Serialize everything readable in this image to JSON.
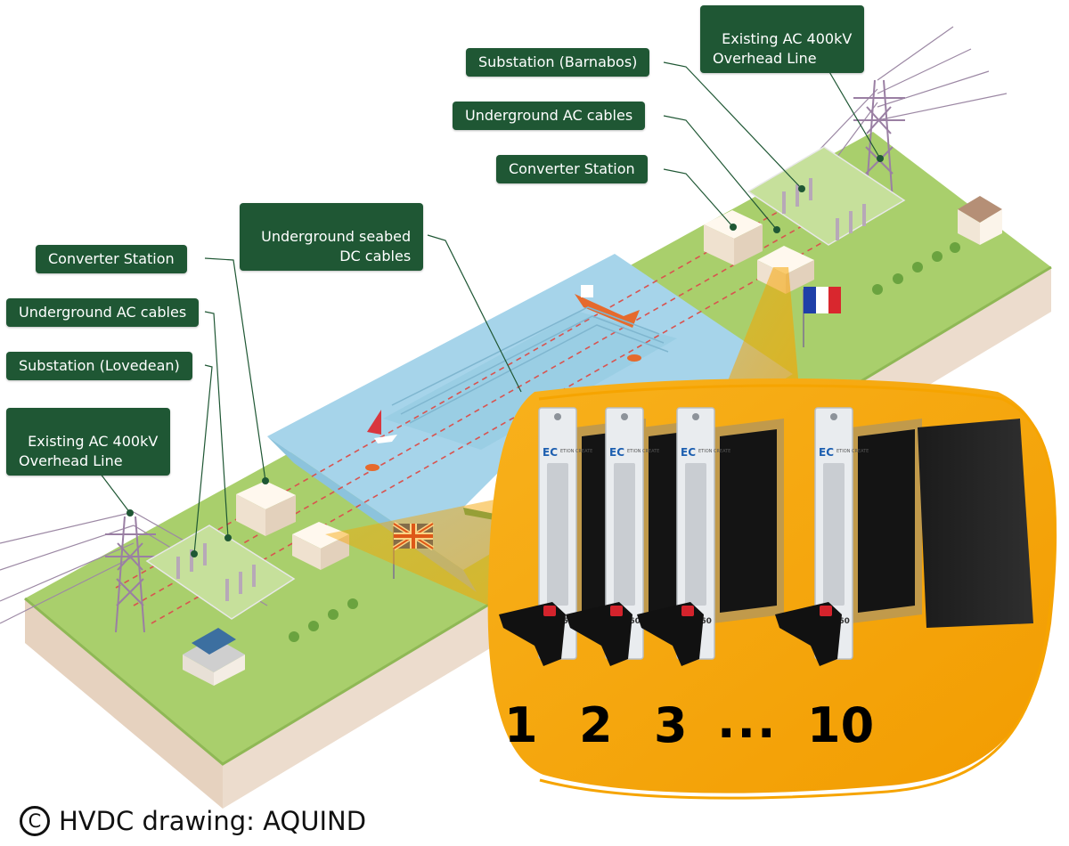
{
  "callouts": {
    "fr_overhead_line": "Existing AC 400kV\nOverhead Line",
    "fr_substation": "Substation (Barnabos)",
    "fr_ac_cables": "Underground AC cables",
    "fr_converter": "Converter Station",
    "seabed_cables": "Underground seabed\nDC cables",
    "uk_converter": "Converter Station",
    "uk_ac_cables": "Underground AC cables",
    "uk_substation": "Substation (Lovedean)",
    "uk_overhead_line": "Existing AC 400kV\nOverhead Line"
  },
  "card_labels": {
    "model": "VF360",
    "logo": "EC",
    "logo_text": "ETION CREATE"
  },
  "card_numbers": [
    "1",
    "2",
    "3",
    "...",
    "10"
  ],
  "credit": {
    "symbol": "C",
    "text": "HVDC drawing: AQUIND"
  },
  "colors": {
    "callout_bg": "#1f5734",
    "land_green": "#a9cf6c",
    "sea_blue": "#a9d6ea",
    "highlight_orange": "#f6a400"
  }
}
